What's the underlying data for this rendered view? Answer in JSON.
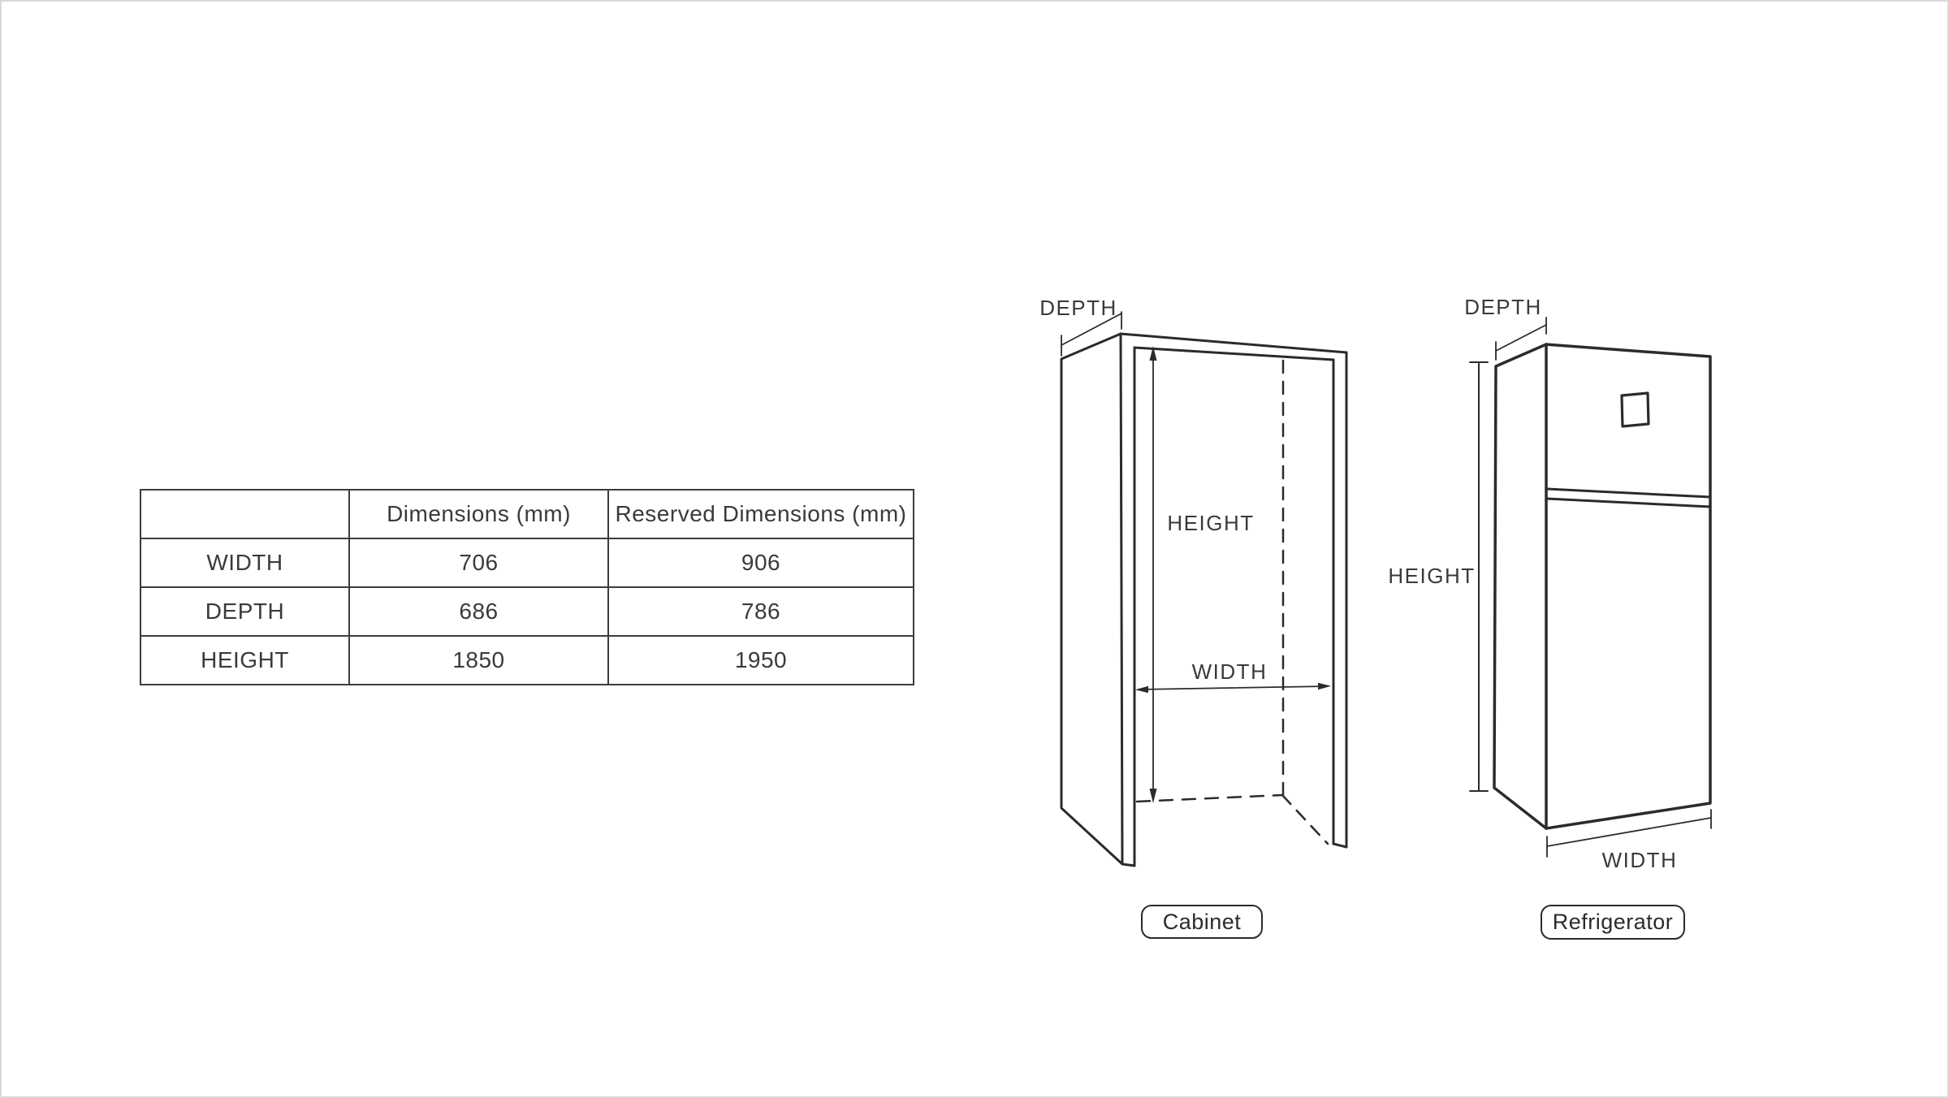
{
  "page": {
    "background": "#ffffff",
    "frame_border_color": "#d9d9d9"
  },
  "colors": {
    "object_line": "#2b2b2b",
    "dimension_line": "#3a3a3a",
    "text": "#3a3a3a",
    "table_border": "#3d3d3d"
  },
  "table": {
    "headers": [
      "",
      "Dimensions (mm)",
      "Reserved Dimensions (mm)"
    ],
    "rows": [
      {
        "label": "WIDTH",
        "dimension": "706",
        "reserved": "906"
      },
      {
        "label": "DEPTH",
        "dimension": "686",
        "reserved": "786"
      },
      {
        "label": "HEIGHT",
        "dimension": "1850",
        "reserved": "1950"
      }
    ]
  },
  "diagrams": {
    "cabinet": {
      "caption": "Cabinet",
      "labels": {
        "depth": "DEPTH",
        "height": "HEIGHT",
        "width": "WIDTH"
      }
    },
    "refrigerator": {
      "caption": "Refrigerator",
      "labels": {
        "depth": "DEPTH",
        "height": "HEIGHT",
        "width": "WIDTH"
      }
    }
  }
}
